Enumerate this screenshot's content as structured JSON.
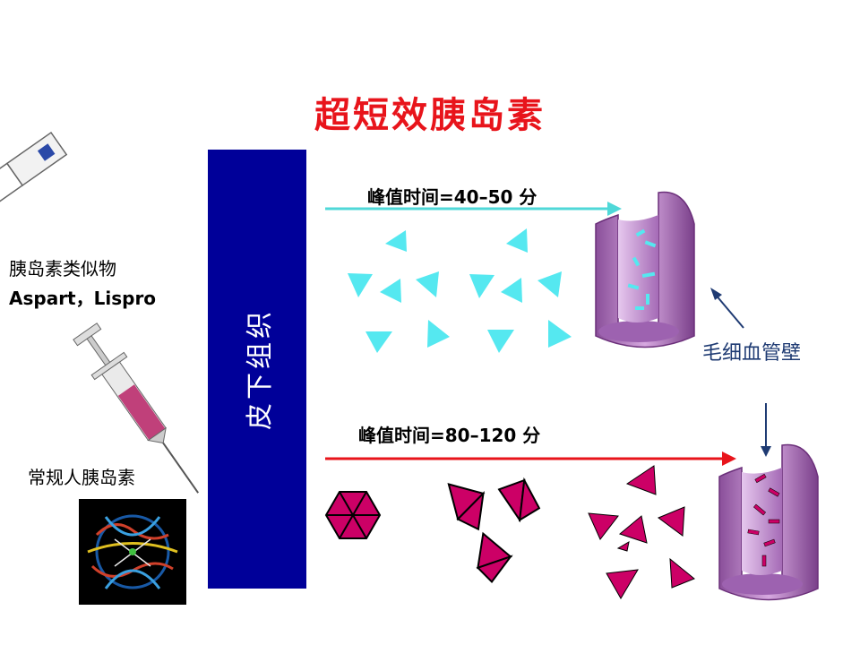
{
  "title": "超短效胰岛素",
  "tissue_label": "皮下组织",
  "analog": {
    "line1": "胰岛素类似物",
    "line2": "Aspart，Lispro"
  },
  "regular": {
    "label": "常规人胰岛素"
  },
  "fast_arrow": {
    "label": "峰值时间=40–50 分",
    "color": "#4fd8d8"
  },
  "slow_arrow": {
    "label": "峰值时间=80–120 分",
    "color": "#e8141b"
  },
  "capillary": {
    "label": "毛细血管壁"
  },
  "colors": {
    "title": "#e8141b",
    "tissue": "#000099",
    "monomer": "#55e8f0",
    "hexamer": "#cc0066",
    "vessel": "#b77bc7"
  }
}
